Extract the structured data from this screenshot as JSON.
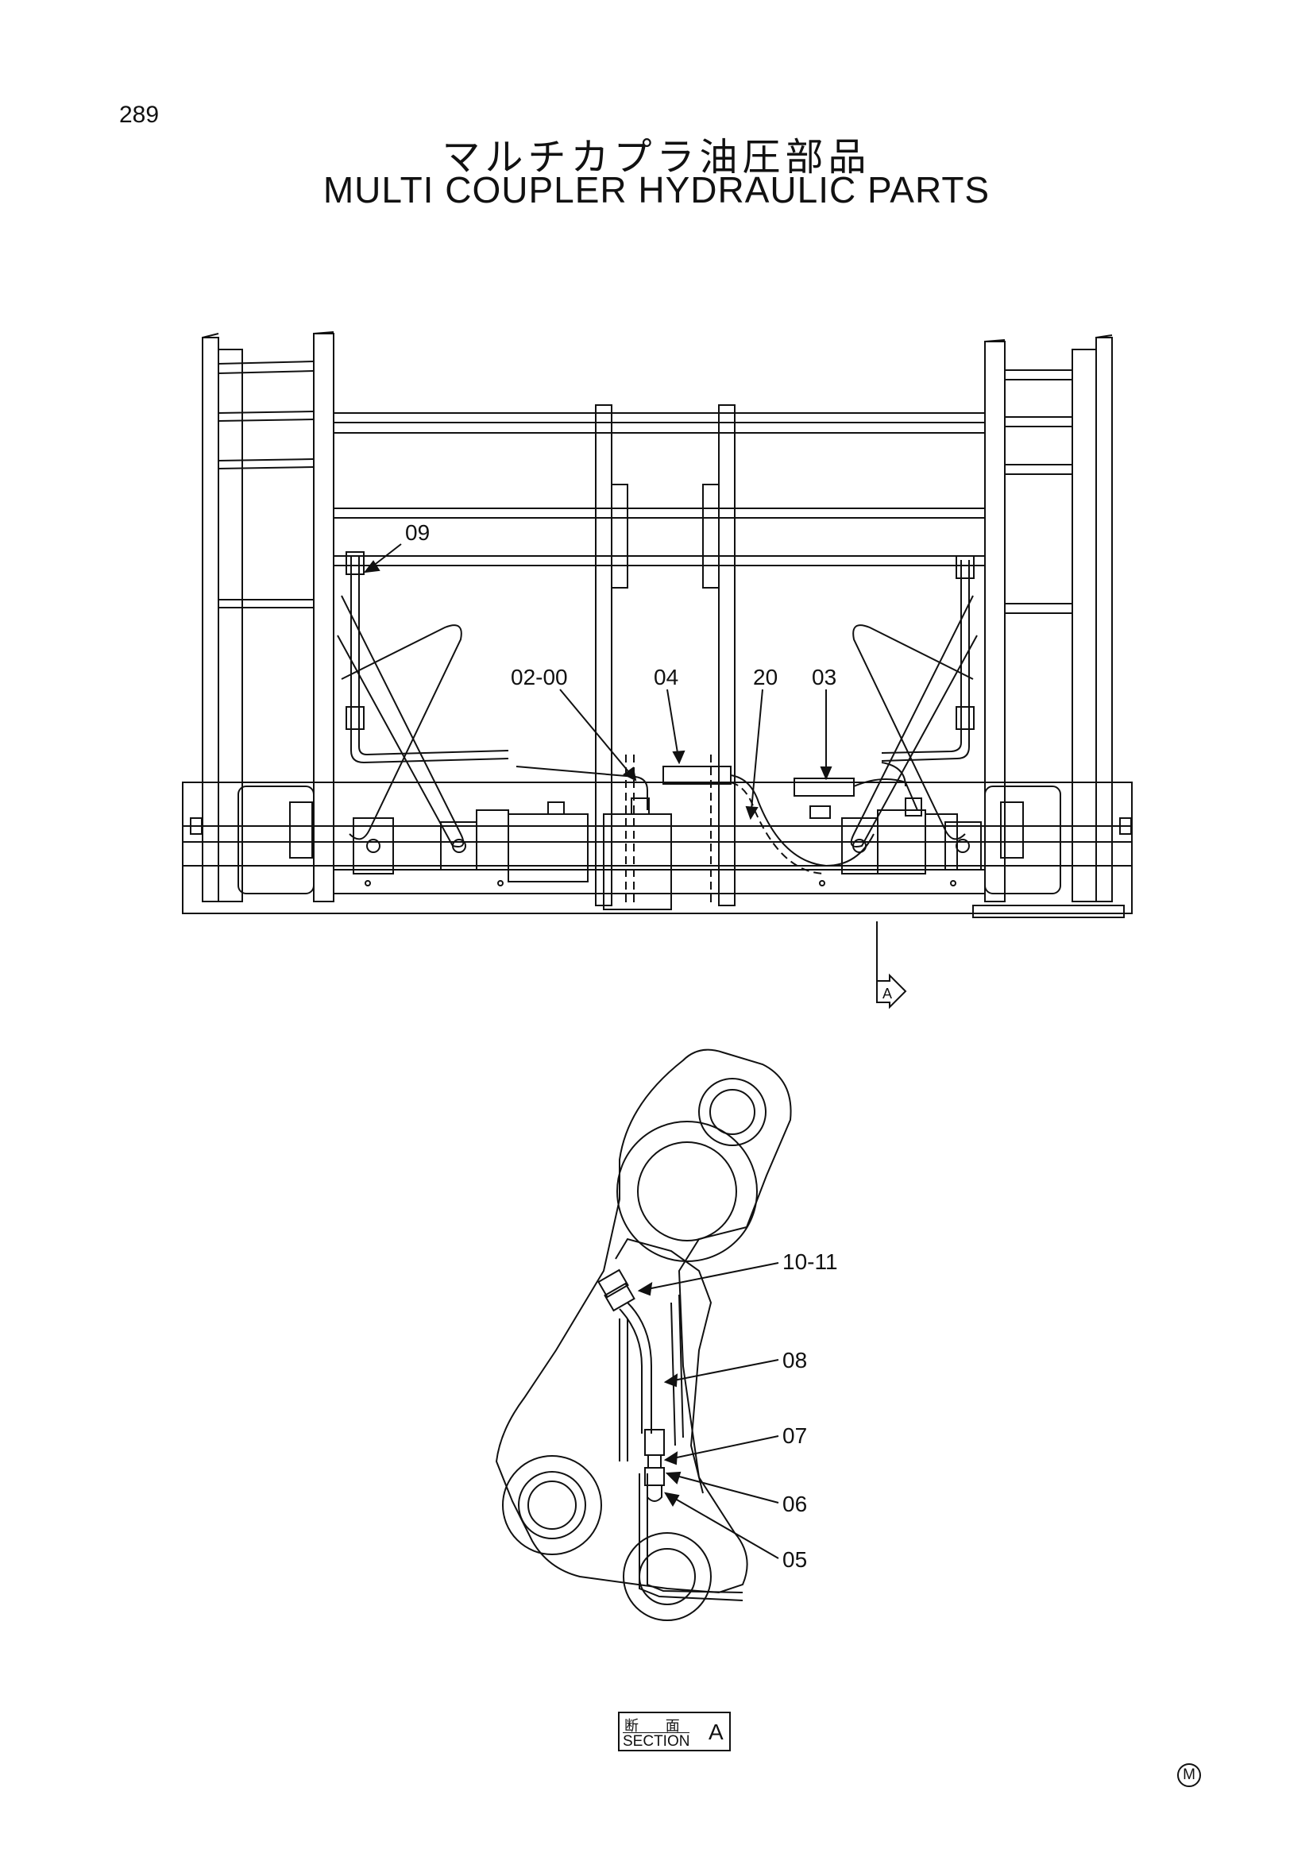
{
  "page_number": "289",
  "title_jp": "マルチカプラ油圧部品",
  "title_en": "MULTI COUPLER HYDRAULIC PARTS",
  "view_arrow_label": "A",
  "callouts": {
    "c09": "09",
    "c0200": "02-00",
    "c04": "04",
    "c20": "20",
    "c03": "03",
    "c1011": "10-11",
    "c08": "08",
    "c07": "07",
    "c06": "06",
    "c05": "05"
  },
  "section_label": {
    "jp": "断 面",
    "en": "SECTION",
    "letter": "A"
  },
  "maker_mark": "M"
}
